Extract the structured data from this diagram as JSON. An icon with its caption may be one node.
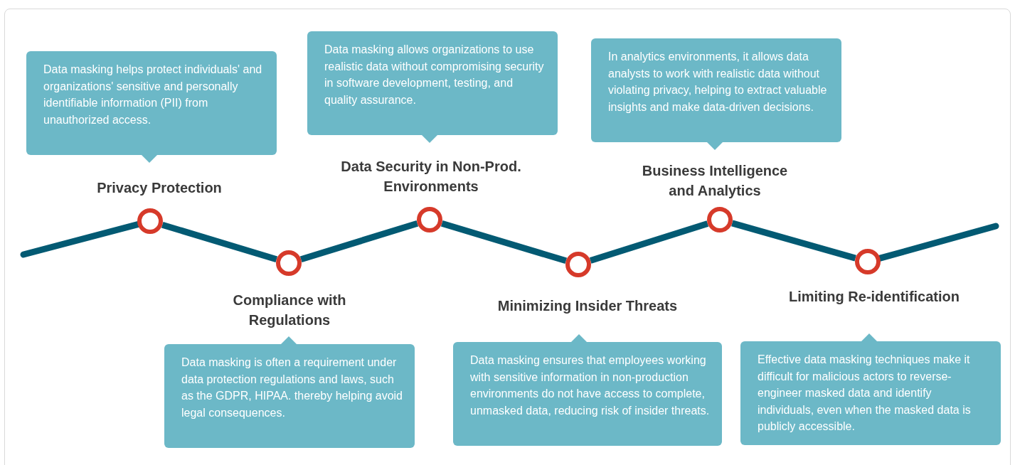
{
  "diagram": {
    "nodes": [
      {
        "text": [
          "Data masking helps protect individuals' and organizations' sensitive and personally identifiable information (PII) from unauthorized access."
        ]
      },
      {
        "text": [
          "Data masking is often a requirement under data protection regulations and laws, such as the GDPR, HIPAA. thereby helping avoid legal consequences."
        ]
      },
      {
        "text": [
          "Data masking allows organizations to use realistic data without compromising security in software development, testing, and quality assurance."
        ]
      },
      {
        "text": [
          "Data masking ensures that employees working with sensitive information in non-production environments do not have access to complete, unmasked data, reducing risk of insider threats."
        ]
      },
      {
        "text": [
          "In analytics environments, it allows data analysts to work with realistic data without violating privacy, helping to extract valuable insights and make data-driven decisions."
        ]
      },
      {
        "text": [
          "Effective data masking techniques make it difficult for malicious actors to reverse-engineer masked data and identify individuals, even when the masked data is publicly accessible."
        ]
      },
      {
        "text": [],
        "shape": "circle",
        "beside": [
          "Privacy Protection"
        ]
      },
      {
        "text": [],
        "shape": "circle",
        "beside": [
          "Compliance with Regulations"
        ]
      },
      {
        "text": [],
        "shape": "circle",
        "beside": [
          "Data Security in Non-Prod. Environments"
        ]
      },
      {
        "text": [],
        "shape": "circle",
        "beside": [
          "Minimizing Insider Threats"
        ]
      },
      {
        "text": [],
        "shape": "circle",
        "beside": [
          "Business Intelligence and Analytics"
        ]
      },
      {
        "text": [],
        "shape": "circle",
        "beside": [
          "Limiting Re-identification"
        ]
      }
    ],
    "edges": [
      {
        "from": null,
        "to": 6,
        "arrow": "none"
      },
      {
        "from": 6,
        "to": 7,
        "arrow": "none"
      },
      {
        "from": 7,
        "to": 8,
        "arrow": "none"
      },
      {
        "from": 8,
        "to": 9,
        "arrow": "none"
      },
      {
        "from": 9,
        "to": 10,
        "arrow": "none"
      },
      {
        "from": 10,
        "to": 11,
        "arrow": "none"
      },
      {
        "from": 11,
        "to": null,
        "arrow": "none"
      }
    ]
  }
}
